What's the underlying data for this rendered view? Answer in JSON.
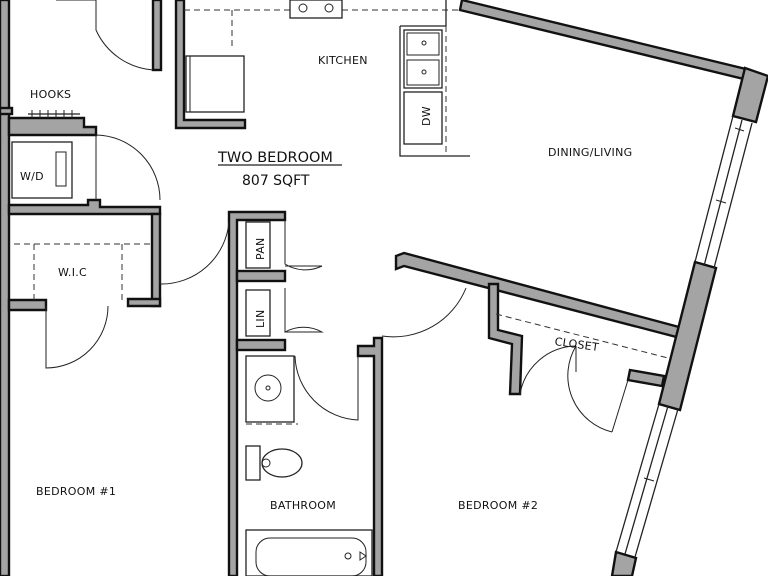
{
  "plan": {
    "title": "TWO BEDROOM",
    "area": "807 SQFT",
    "rooms": {
      "kitchen": "KITCHEN",
      "hooks": "HOOKS",
      "wd": "W/D",
      "wic": "W.I.C",
      "dining_living": "DINING/LIVING",
      "pantry": "PAN",
      "linen": "LIN",
      "dishwasher": "DW",
      "closet": "CLOSET",
      "bedroom1": "BEDROOM #1",
      "bathroom": "BATHROOM",
      "bedroom2": "BEDROOM #2"
    }
  }
}
